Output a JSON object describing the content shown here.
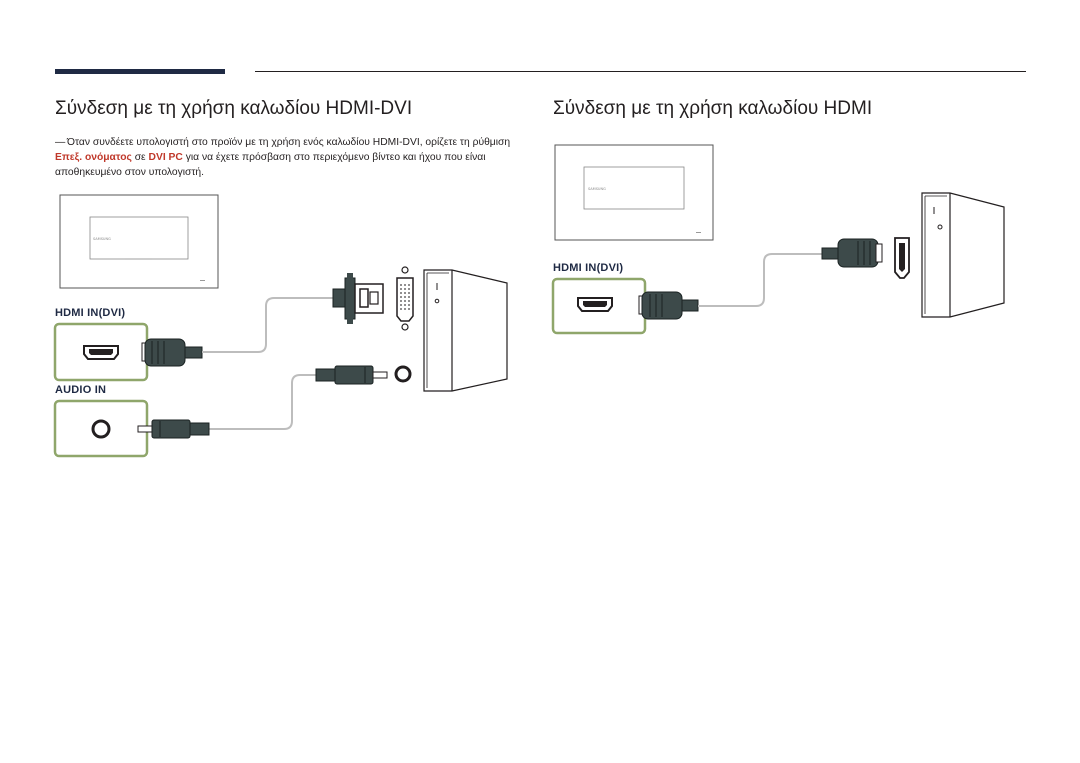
{
  "page": {
    "left_heading": "Σύνδεση με τη χρήση καλωδίου HDMI-DVI",
    "right_heading": "Σύνδεση με τη χρήση καλωδίου HDMI"
  },
  "note": {
    "dash": "―",
    "part1": "Όταν συνδέετε υπολογιστή στο προϊόν με τη χρήση ενός καλωδίου HDMI-DVI, ορίζετε τη ρύθμιση ",
    "highlight1": "Επεξ. ονόματος",
    "part2": " σε ",
    "highlight2": "DVI PC",
    "part3": " για να έχετε πρόσβαση στο περιεχόμενο βίντεο και ήχου που είναι αποθηκευμένο στον υπολογιστή."
  },
  "labels": {
    "hdmi_in_dvi_left": "HDMI IN(DVI)",
    "audio_in": "AUDIO IN",
    "hdmi_in_dvi_right": "HDMI IN(DVI)",
    "brand_text": "SAMSUNG"
  },
  "colors": {
    "accent_bar": "#1f2a44",
    "highlight_text": "#c0392b",
    "port_frame": "#8fa66b",
    "connector": "#3d4a4a",
    "cable": "#bdbdbd"
  }
}
